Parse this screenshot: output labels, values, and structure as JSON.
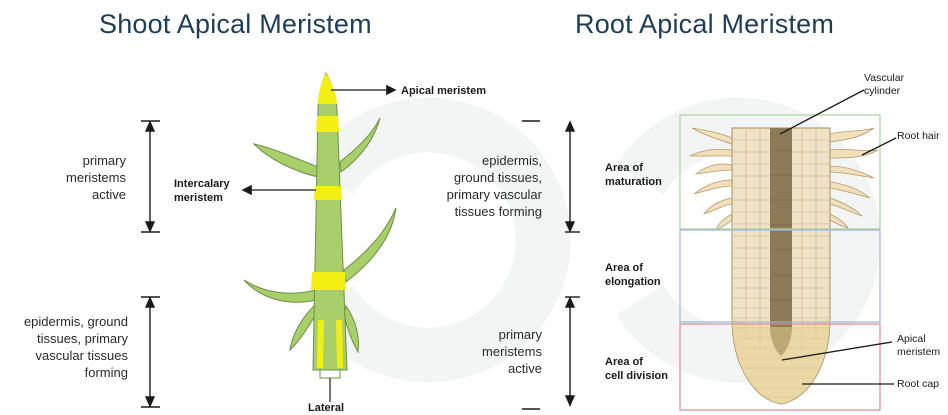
{
  "titles": {
    "shoot": "Shoot Apical Meristem",
    "root": "Root Apical Meristem"
  },
  "shoot": {
    "upper_note": [
      "primary",
      "meristems",
      "active"
    ],
    "lower_note": [
      "epidermis, ground",
      "tissues, primary",
      "vascular tissues",
      "forming"
    ],
    "labels": {
      "apical": "Apical meristem",
      "intercalary": [
        "Intercalary",
        "meristem"
      ],
      "lateral": "Lateral"
    }
  },
  "root": {
    "upper_note": [
      "epidermis,",
      "ground tissues,",
      "primary vascular",
      "tissues forming"
    ],
    "lower_note": [
      "primary",
      "meristems",
      "active"
    ],
    "zones": {
      "maturation": [
        "Area of",
        "maturation"
      ],
      "elongation": [
        "Area of",
        "elongation"
      ],
      "division": [
        "Area of",
        "cell division"
      ]
    },
    "labels": {
      "vascular": [
        "Vascular",
        "cylinder"
      ],
      "root_hair": "Root hair",
      "apical": [
        "Apical",
        "meristem"
      ],
      "root_cap": "Root cap"
    }
  },
  "colors": {
    "title": "#1f3d57",
    "shoot_green": "#a9cf6a",
    "shoot_yellow": "#f3ef12",
    "maturation_box": "#a9d49c",
    "elongation_box": "#9fb5de",
    "division_box": "#e58a8a",
    "vascular": "#8b7a55",
    "root_cells": "#efe2c6"
  }
}
